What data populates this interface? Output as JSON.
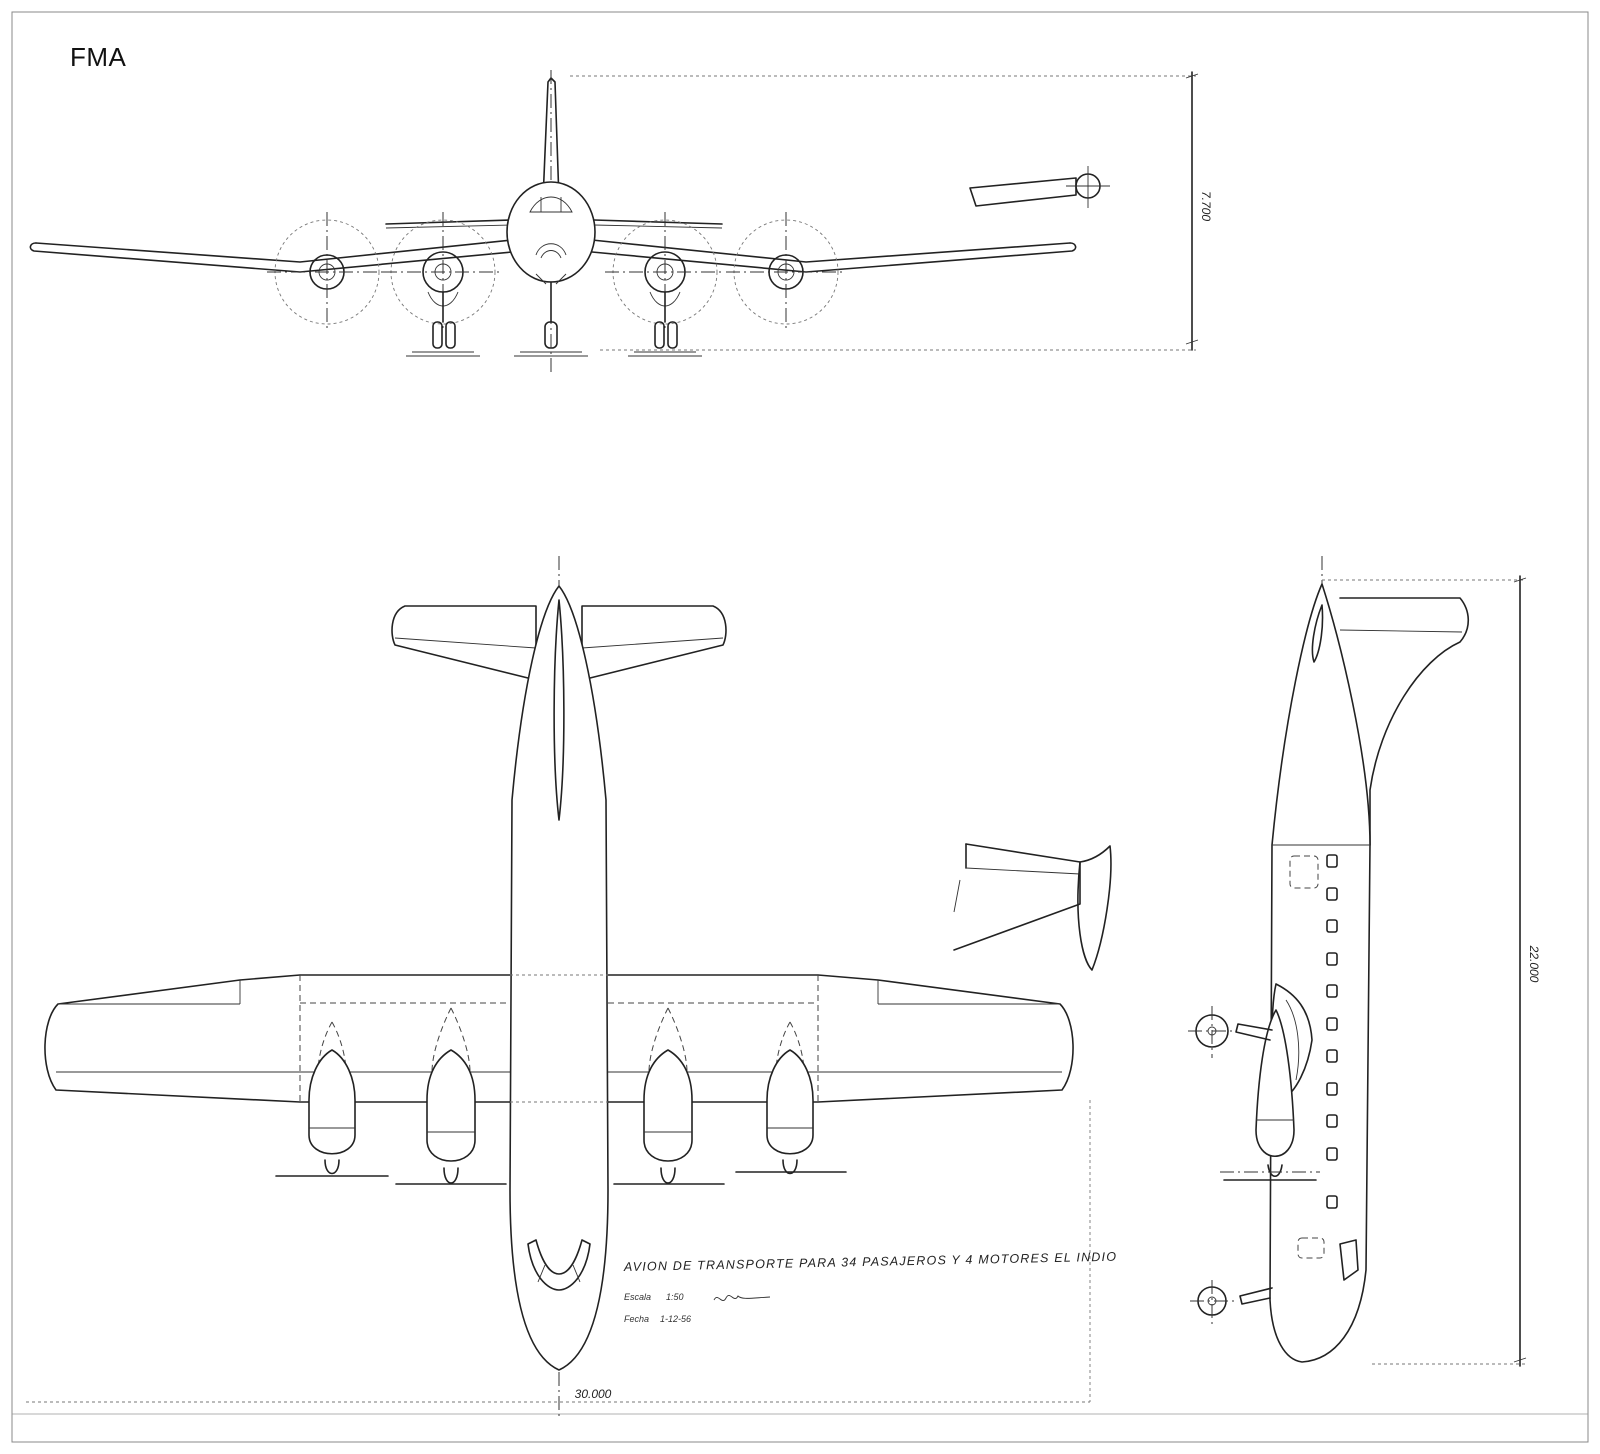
{
  "brand": {
    "label": "FMA"
  },
  "dimensions": {
    "height": "7.700",
    "span": "30.000",
    "length": "22.000"
  },
  "title_block": {
    "title": "AVION DE TRANSPORTE PARA 34 PASAJEROS Y 4 MOTORES EL INDIO",
    "scale_label": "Escala",
    "scale_value": "1:50",
    "date_label": "Fecha",
    "date_value": "1-12-56"
  },
  "colors": {
    "ink": "#222222",
    "paper": "#ffffff"
  }
}
